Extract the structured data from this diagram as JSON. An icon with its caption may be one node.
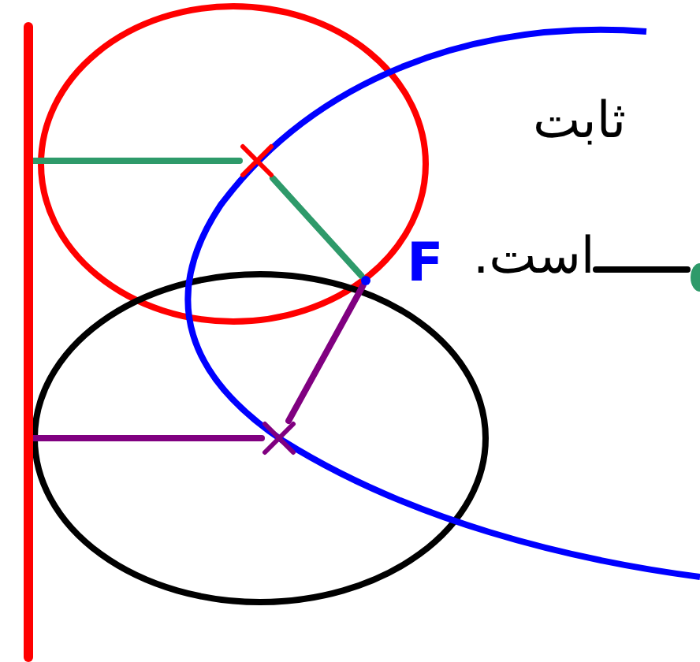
{
  "diagram": {
    "nodes": [
      {
        "text": [],
        "shape": "bar"
      },
      {
        "text": [],
        "shape": "cross"
      },
      {
        "text": [],
        "shape": "cross"
      },
      {
        "text": [],
        "shape": "dot"
      }
    ],
    "edges": [
      {
        "from": 0,
        "to": 1,
        "arrow": "none",
        "color": "#2e9a6a"
      },
      {
        "from": 1,
        "to": 3,
        "arrow": "none",
        "color": "#2e9a6a"
      },
      {
        "from": 0,
        "to": 2,
        "arrow": "none",
        "color": "#800080"
      },
      {
        "from": 2,
        "to": 3,
        "arrow": "none",
        "color": "#800080"
      }
    ],
    "labels": [
      "ثابت",
      "F",
      "است."
    ]
  }
}
